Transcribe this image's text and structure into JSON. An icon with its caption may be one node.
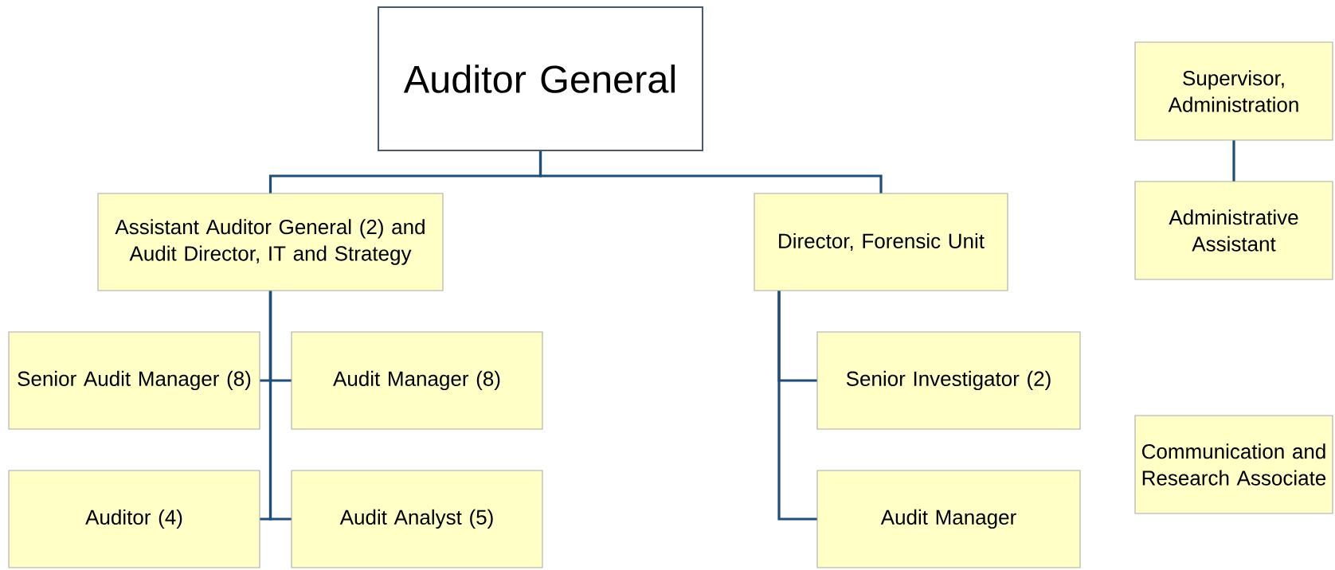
{
  "diagram": {
    "nodes": [
      {
        "text": [
          "Auditor General"
        ]
      },
      {
        "text": [
          "Supervisor, Administration"
        ]
      },
      {
        "text": [
          "Assistant Auditor General (2) and Audit Director, IT and Strategy"
        ]
      },
      {
        "text": [
          "Director, Forensic Unit"
        ]
      },
      {
        "text": [
          "Administrative Assistant"
        ]
      },
      {
        "text": [
          "Senior Audit Manager (8)"
        ]
      },
      {
        "text": [
          "Audit Manager (8)"
        ]
      },
      {
        "text": [
          "Senior Investigator (2)"
        ]
      },
      {
        "text": [
          "Communication and Research Associate"
        ]
      },
      {
        "text": [
          "Auditor (4)"
        ]
      },
      {
        "text": [
          "Audit Analyst (5)"
        ]
      },
      {
        "text": [
          "Audit Manager"
        ]
      }
    ],
    "edges": [
      {
        "from": 0,
        "to": 2,
        "arrow": "none"
      },
      {
        "from": 0,
        "to": 3,
        "arrow": "none"
      },
      {
        "from": 1,
        "to": 4,
        "arrow": "none"
      },
      {
        "from": 2,
        "to": 5,
        "arrow": "none"
      },
      {
        "from": 2,
        "to": 6,
        "arrow": "none"
      },
      {
        "from": 2,
        "to": 9,
        "arrow": "none"
      },
      {
        "from": 2,
        "to": 10,
        "arrow": "none"
      },
      {
        "from": 3,
        "to": 7,
        "arrow": "none"
      },
      {
        "from": 3,
        "to": 11,
        "arrow": "none"
      }
    ]
  }
}
